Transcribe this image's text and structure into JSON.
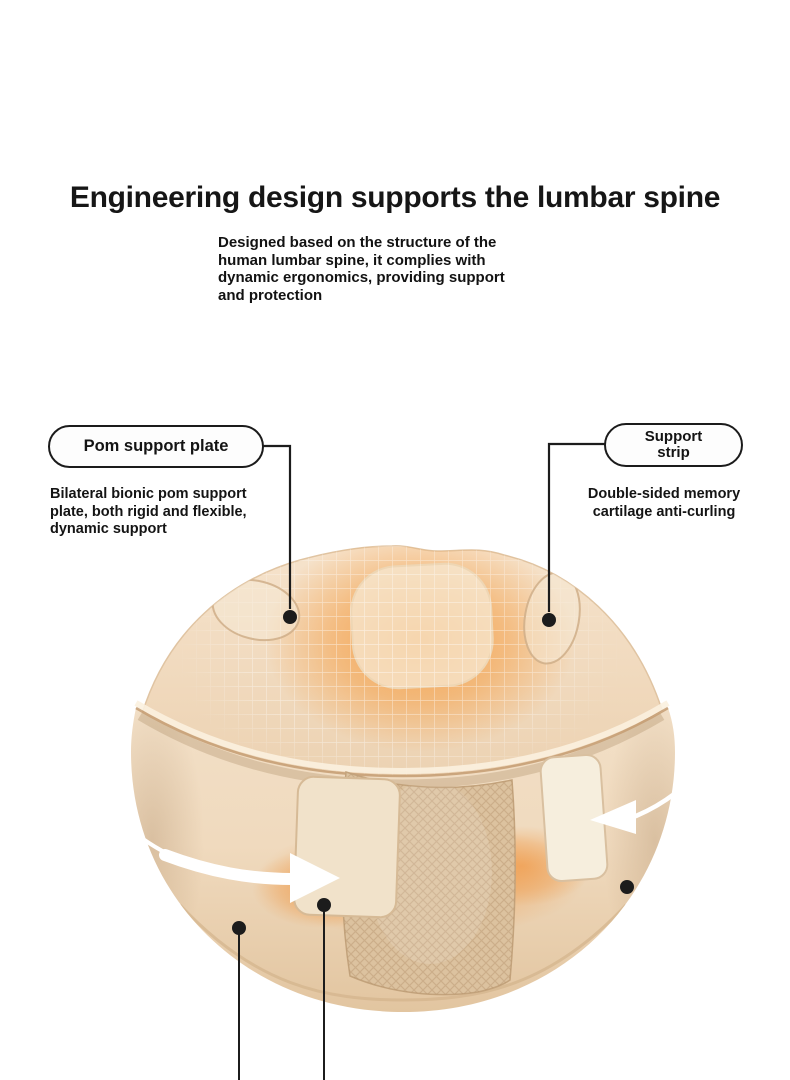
{
  "header": {
    "title": "Engineering design supports the lumbar spine",
    "subtitle": "Designed based on the structure of the human lumbar spine, it complies with dynamic ergonomics, providing support and protection"
  },
  "callouts": {
    "left": {
      "label": "Pom support plate",
      "description": "Bilateral bionic pom support plate, both rigid and flexible, dynamic support"
    },
    "right": {
      "label_line1": "Support",
      "label_line2": "strip",
      "description": "Double-sided memory cartilage anti-curling"
    }
  },
  "illustration": {
    "name": "lumbar-support-belt",
    "colors": {
      "belt_base": "#f0dcc2",
      "belt_shade": "#e3c6a1",
      "belt_back": "#f6e3cc",
      "strap_velcro": "#dcc29f",
      "glow_orange": "#f59a3c",
      "arrow_white": "#ffffff",
      "annotation_black": "#1c1c1c",
      "callout_border": "#1b1b1b"
    }
  }
}
